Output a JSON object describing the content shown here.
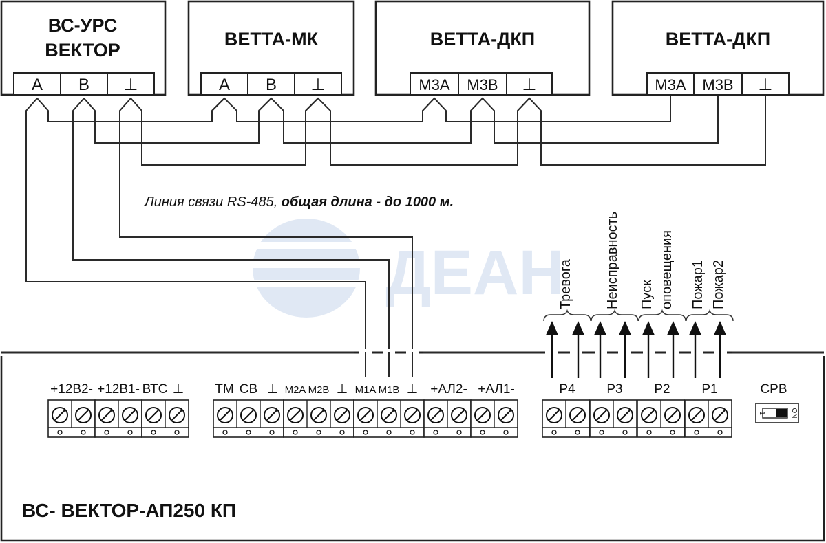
{
  "devices": [
    {
      "title_line1": "ВС-УРС",
      "title_line2": "ВЕКТОР",
      "pins": [
        "A",
        "B",
        "⊥"
      ]
    },
    {
      "title": "ВЕТТА-МК",
      "pins": [
        "A",
        "B",
        "⊥"
      ]
    },
    {
      "title": "ВЕТТА-ДКП",
      "pins": [
        "М3А",
        "М3В",
        "⊥"
      ]
    },
    {
      "title": "ВЕТТА-ДКП",
      "pins": [
        "М3А",
        "М3В",
        "⊥"
      ]
    }
  ],
  "line_caption": {
    "normal": "Линия связи RS-485, ",
    "bold": "общая длина - до 1000 м."
  },
  "watermark": "ДЕАН",
  "main_unit": {
    "title": "ВС- ВЕКТОР-АП250 КП",
    "terminal_labels": {
      "p12v2": "+12В2-",
      "p12v1": "+12В1-",
      "vtc": "ВТС",
      "gnd1": "⊥",
      "tm": "ТМ",
      "sv": "СВ",
      "gnd2": "⊥",
      "m2a": "М2А",
      "m2b": "М2В",
      "gnd3": "⊥",
      "m1a": "М1А",
      "m1b": "М1В",
      "gnd4": "⊥",
      "al2": "+АЛ2-",
      "al1": "+АЛ1-"
    },
    "relays": [
      "Р4",
      "Р3",
      "Р2",
      "Р1"
    ],
    "relay_signals": {
      "r4": [
        "Тревога"
      ],
      "r3": [
        "Неисправность"
      ],
      "r2": [
        "Пуск",
        "оповещения"
      ],
      "r1": [
        "Пожар1",
        "Пожар2"
      ]
    },
    "switch": {
      "label": "СРВ",
      "left_mark": "1",
      "right_mark": "ON"
    }
  }
}
